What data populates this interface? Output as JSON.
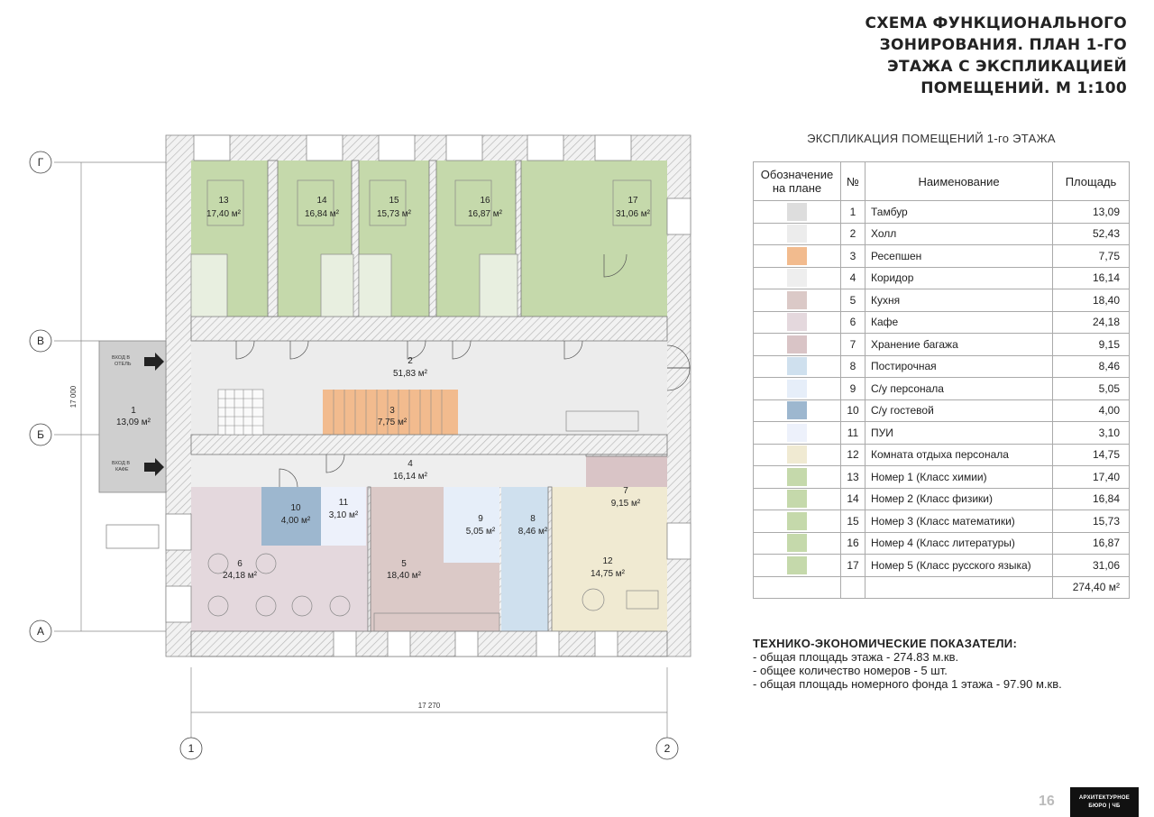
{
  "title": [
    "СХЕМА ФУНКЦИОНАЛЬНОГО",
    "ЗОНИРОВАНИЯ. ПЛАН 1-ГО",
    "ЭТАЖА С ЭКСПЛИКАЦИЕЙ",
    "ПОМЕЩЕНИЙ. М 1:100"
  ],
  "explication": {
    "title": "ЭКСПЛИКАЦИЯ ПОМЕЩЕНИЙ 1-го ЭТАЖА",
    "headers": [
      "Обозначение на плане",
      "№",
      "Наименование",
      "Площадь"
    ],
    "rows": [
      {
        "num": "1",
        "name": "Тамбур",
        "area": "13,09",
        "color": "#dddddd"
      },
      {
        "num": "2",
        "name": "Холл",
        "area": "52,43",
        "color": "#ececec"
      },
      {
        "num": "3",
        "name": "Ресепшен",
        "area": "7,75",
        "color": "#f2bb8e"
      },
      {
        "num": "4",
        "name": "Коридор",
        "area": "16,14",
        "color": "#eeeeee"
      },
      {
        "num": "5",
        "name": "Кухня",
        "area": "18,40",
        "color": "#dbc9c7"
      },
      {
        "num": "6",
        "name": "Кафе",
        "area": "24,18",
        "color": "#e4d8dd"
      },
      {
        "num": "7",
        "name": "Хранение багажа",
        "area": "9,15",
        "color": "#d9c4c6"
      },
      {
        "num": "8",
        "name": "Постирочная",
        "area": "8,46",
        "color": "#cfe0ee"
      },
      {
        "num": "9",
        "name": "С/у персонала",
        "area": "5,05",
        "color": "#e6eef9"
      },
      {
        "num": "10",
        "name": "С/у гостевой",
        "area": "4,00",
        "color": "#9db7cf"
      },
      {
        "num": "11",
        "name": "ПУИ",
        "area": "3,10",
        "color": "#edf1fb"
      },
      {
        "num": "12",
        "name": "Комната отдыха персонала",
        "area": "14,75",
        "color": "#f0ead2"
      },
      {
        "num": "13",
        "name": "Номер 1 (Класс химии)",
        "area": "17,40",
        "color": "#c5d9ab"
      },
      {
        "num": "14",
        "name": "Номер 2 (Класс физики)",
        "area": "16,84",
        "color": "#c5d9ab"
      },
      {
        "num": "15",
        "name": "Номер 3 (Класс математики)",
        "area": "15,73",
        "color": "#c5d9ab"
      },
      {
        "num": "16",
        "name": "Номер 4 (Класс литературы)",
        "area": "16,87",
        "color": "#c5d9ab"
      },
      {
        "num": "17",
        "name": "Номер 5 (Класс русского языка)",
        "area": "31,06",
        "color": "#c5d9ab"
      }
    ],
    "total": "274,40 м²"
  },
  "teps": {
    "heading": "ТЕХНИКО-ЭКОНОМИЧЕСКИЕ ПОКАЗАТЕЛИ:",
    "lines": [
      "- общая площадь этажа - 274.83 м.кв.",
      "- общее количество номеров - 5 шт.",
      "- общая площадь номерного фонда 1 этажа - 97.90 м.кв."
    ]
  },
  "plan": {
    "axes_letters": [
      "Г",
      "В",
      "Б",
      "А"
    ],
    "axes_numbers": [
      "1",
      "2"
    ],
    "dim_vertical": "17 000",
    "dim_horizontal": "17 270",
    "entrance_hotel": [
      "ВХОД В",
      "ОТЕЛЬ"
    ],
    "entrance_cafe": [
      "ВХОД В",
      "КАФЕ"
    ],
    "rooms": {
      "r1": {
        "num": "1",
        "area": "13,09 м²"
      },
      "r2": {
        "num": "2",
        "area": "51,83 м²"
      },
      "r3": {
        "num": "3",
        "area": "7,75 м²"
      },
      "r4": {
        "num": "4",
        "area": "16,14 м²"
      },
      "r5": {
        "num": "5",
        "area": "18,40 м²"
      },
      "r6": {
        "num": "6",
        "area": "24,18 м²"
      },
      "r7": {
        "num": "7",
        "area": "9,15 м²"
      },
      "r8": {
        "num": "8",
        "area": "8,46 м²"
      },
      "r9": {
        "num": "9",
        "area": "5,05 м²"
      },
      "r10": {
        "num": "10",
        "area": "4,00 м²"
      },
      "r11": {
        "num": "11",
        "area": "3,10 м²"
      },
      "r12": {
        "num": "12",
        "area": "14,75 м²"
      },
      "r13": {
        "num": "13",
        "area": "17,40 м²"
      },
      "r14": {
        "num": "14",
        "area": "16,84 м²"
      },
      "r15": {
        "num": "15",
        "area": "15,73 м²"
      },
      "r16": {
        "num": "16",
        "area": "16,87 м²"
      },
      "r17": {
        "num": "17",
        "area": "31,06 м²"
      }
    }
  },
  "footer": {
    "page_number": "16",
    "logo": [
      "АРХИТЕКТУРНОЕ",
      "БЮРО | ЧБ"
    ]
  },
  "colors": {
    "room_green": "#c5d9ab",
    "reception_orange": "#f2bb8e",
    "hall_grey": "#ececec",
    "wall_hatch": "#cccccc"
  }
}
